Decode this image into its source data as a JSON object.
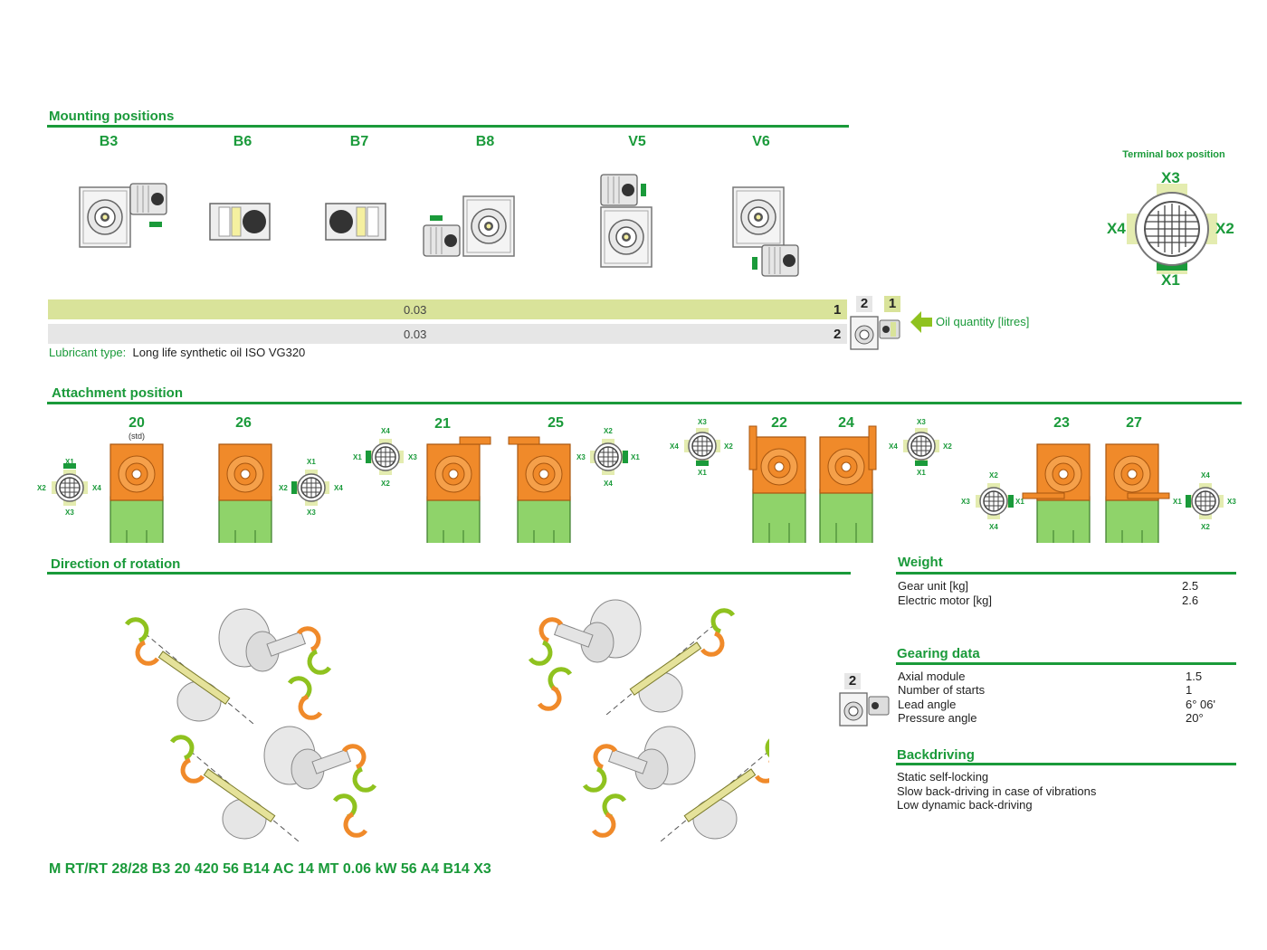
{
  "mounting": {
    "title": "Mounting positions",
    "positions": [
      "B3",
      "B6",
      "B7",
      "B8",
      "V5",
      "V6"
    ]
  },
  "terminal_box": {
    "title": "Terminal box position",
    "x1": "X1",
    "x2": "X2",
    "x3": "X3",
    "x4": "X4"
  },
  "oil": {
    "row1_value": "0.03",
    "row1_num": "1",
    "row2_value": "0.03",
    "row2_num": "2",
    "badge_2": "2",
    "badge_1": "1",
    "label": "Oil quantity [litres]",
    "lubricant_label": "Lubricant type:",
    "lubricant_value": "Long life synthetic oil ISO VG320"
  },
  "attachment": {
    "title": "Attachment position",
    "items": [
      {
        "label": "20",
        "sub": "(std)"
      },
      {
        "label": "26"
      },
      {
        "label": "21"
      },
      {
        "label": "25"
      },
      {
        "label": "22"
      },
      {
        "label": "24"
      },
      {
        "label": "23"
      },
      {
        "label": "27"
      }
    ]
  },
  "rotation": {
    "title": "Direction of rotation"
  },
  "weight": {
    "title": "Weight",
    "rows": [
      {
        "label": "Gear unit [kg]",
        "value": "2.5"
      },
      {
        "label": "Electric motor [kg]",
        "value": "2.6"
      }
    ]
  },
  "gearing": {
    "title": "Gearing data",
    "badge": "2",
    "rows": [
      {
        "label": "Axial module",
        "value": "1.5"
      },
      {
        "label": "Number of starts",
        "value": "1"
      },
      {
        "label": "Lead angle",
        "value": "6° 06'"
      },
      {
        "label": "Pressure angle",
        "value": "20°"
      }
    ]
  },
  "backdriving": {
    "title": "Backdriving",
    "lines": [
      "Static self-locking",
      "Slow back-driving in case of vibrations",
      "Low dynamic back-driving"
    ]
  },
  "model_code": "M RT/RT 28/28 B3 20 420 56 B14 AC 14 MT 0.06 kW 56 A4 B14 X3",
  "colors": {
    "brand_green": "#1a9a3a",
    "oil_row1": "#d9e39a",
    "oil_row2": "#e6e6e6",
    "gear_orange": "#f08a2a",
    "motor_green": "#8fd36a"
  }
}
